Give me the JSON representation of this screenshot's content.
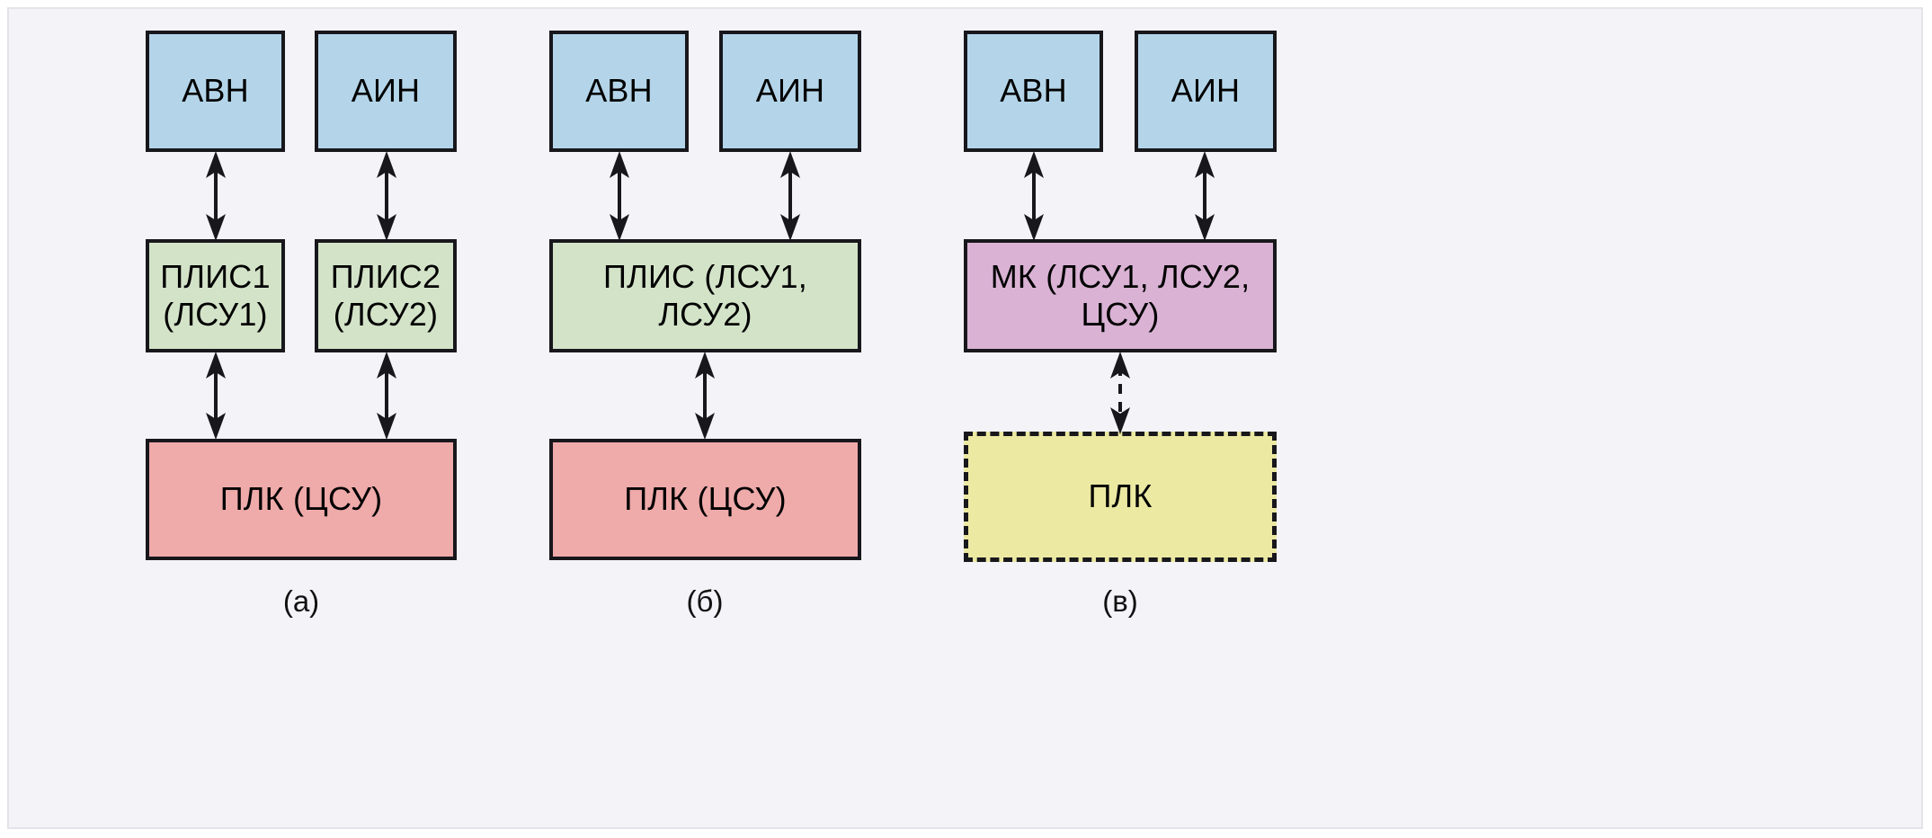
{
  "figure": {
    "background_color": "#f4f3f8",
    "frame_border_color": "#e4e3ea",
    "stroke_color": "#17171c"
  },
  "palette": {
    "blue": "#b4d5e9",
    "green": "#d3e3c8",
    "pink": "#efaaaa",
    "purple": "#d9b2d4",
    "yellow": "#ece9a3"
  },
  "groups": [
    {
      "id": "a",
      "caption": "(а)",
      "nodes": {
        "top_left": "АВН",
        "top_right": "АИН",
        "mid_left": "ПЛИС1\n(ЛСУ1)",
        "mid_right": "ПЛИС2\n(ЛСУ2)",
        "bottom": "ПЛК (ЦСУ)"
      },
      "connectors": [
        {
          "from": "mid_left",
          "to": "top_left",
          "style": "solid",
          "heads": "both"
        },
        {
          "from": "mid_right",
          "to": "top_right",
          "style": "solid",
          "heads": "both"
        },
        {
          "from": "bottom",
          "to": "mid_left",
          "style": "solid",
          "heads": "both"
        },
        {
          "from": "bottom",
          "to": "mid_right",
          "style": "solid",
          "heads": "both"
        }
      ]
    },
    {
      "id": "b",
      "caption": "(б)",
      "nodes": {
        "top_left": "АВН",
        "top_right": "АИН",
        "mid": "ПЛИС (ЛСУ1, ЛСУ2)",
        "bottom": "ПЛК (ЦСУ)"
      },
      "connectors": [
        {
          "from": "mid",
          "to": "top_left",
          "style": "solid",
          "heads": "both"
        },
        {
          "from": "mid",
          "to": "top_right",
          "style": "solid",
          "heads": "both"
        },
        {
          "from": "bottom",
          "to": "mid",
          "style": "solid",
          "heads": "both"
        }
      ]
    },
    {
      "id": "v",
      "caption": "(в)",
      "nodes": {
        "top_left": "АВН",
        "top_right": "АИН",
        "mid": "МК (ЛСУ1, ЛСУ2, ЦСУ)",
        "bottom": "ПЛК"
      },
      "connectors": [
        {
          "from": "mid",
          "to": "top_left",
          "style": "solid",
          "heads": "both"
        },
        {
          "from": "mid",
          "to": "top_right",
          "style": "solid",
          "heads": "both"
        },
        {
          "from": "bottom",
          "to": "mid",
          "style": "dashed",
          "heads": "both"
        }
      ]
    }
  ]
}
